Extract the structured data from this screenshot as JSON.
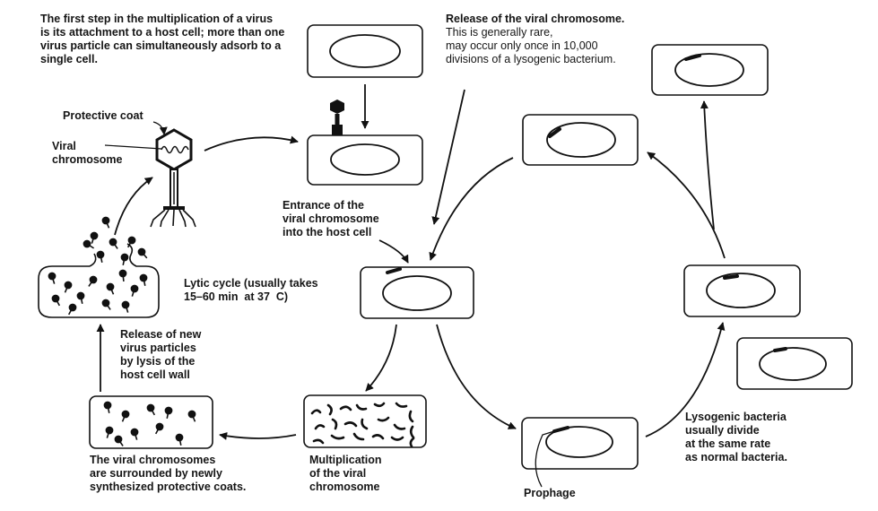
{
  "colors": {
    "ink": "#111111",
    "background": "#ffffff"
  },
  "labels": {
    "attachment": "The first step in the multiplication of a virus\nis its attachment to a host cell; more than one\nvirus particle can simultaneously adsorb to a\nsingle cell.",
    "release_chromosome": "Release of the viral chromosome.",
    "release_chromosome_detail": "This is generally rare,\nmay occur only once in 10,000\ndivisions of a lysogenic bacterium.",
    "protective_coat": "Protective coat",
    "viral_chromosome": "Viral\nchromosome",
    "entrance": "Entrance of the\nviral chromosome\ninto the host cell",
    "lytic_cycle": "Lytic cycle (usually takes\n15–60 min  at 37  C)",
    "release_new": "Release of new\nvirus particles\nby lysis of the\nhost cell wall",
    "coats": "The viral chromosomes\nare surrounded by newly\nsynthesized protective coats.",
    "multiplication": "Multiplication\nof the viral\nchromosome",
    "prophage": "Prophage",
    "lysogenic": "Lysogenic bacteria\nusually divide\nat the same rate\nas normal bacteria."
  }
}
